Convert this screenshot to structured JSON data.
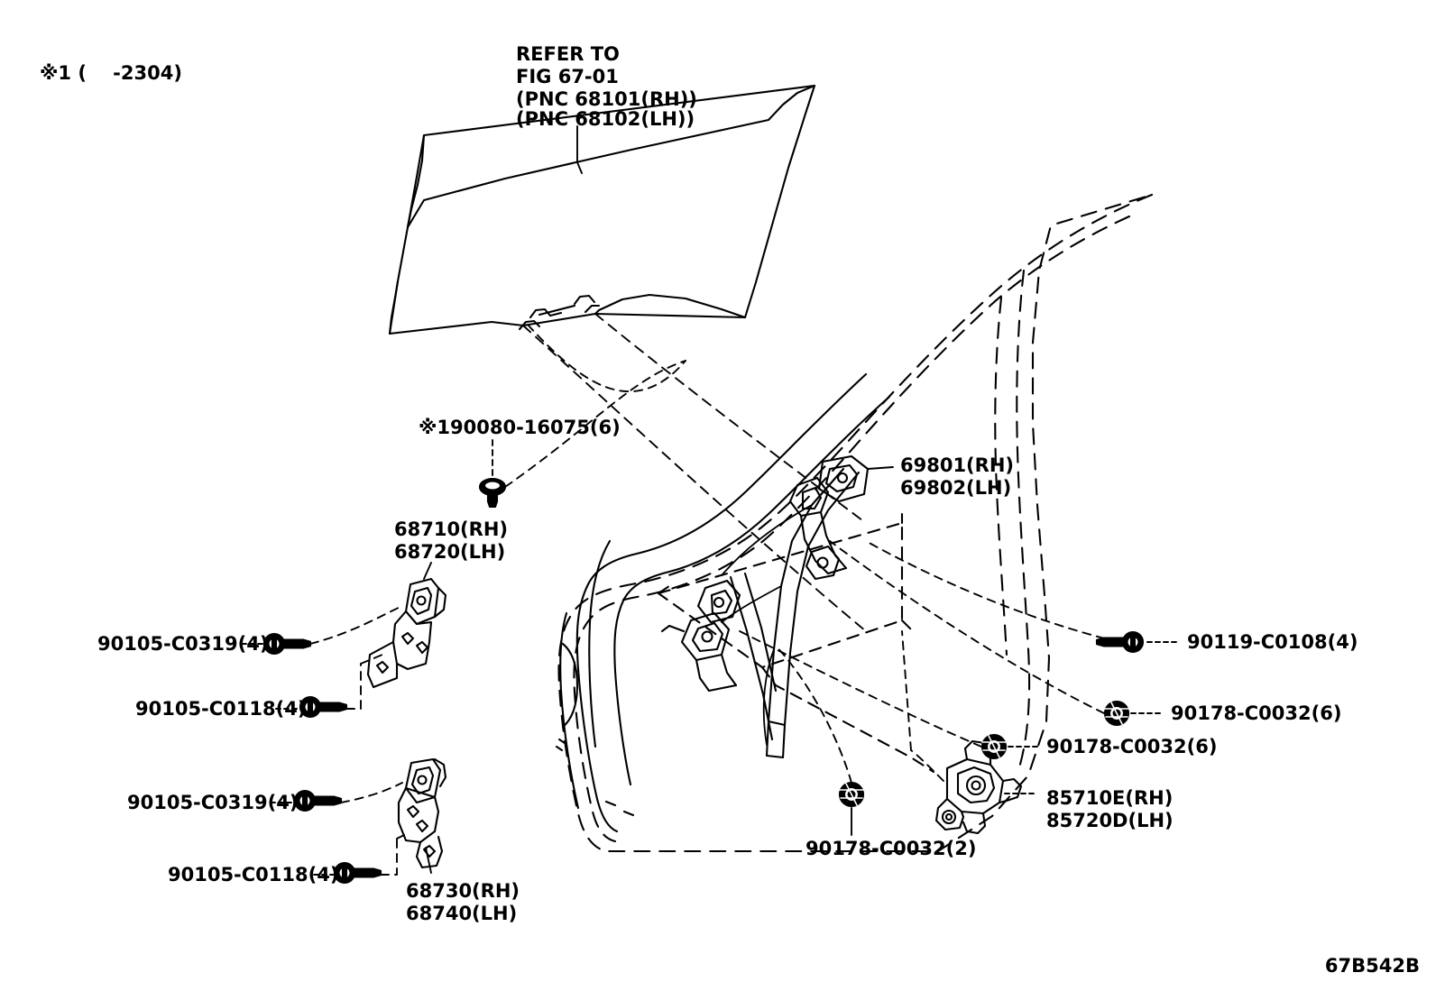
{
  "diagram": {
    "drawing_code": "67B542B",
    "footnote": "※1 (    -2304)",
    "refer_note": "REFER TO\nFIG 67-01\n(PNC 68101(RH))\n(PNC 68102(LH))",
    "labels": {
      "glass_ref": "REFER TO",
      "glass_ref_fig": "FIG 67-01",
      "glass_ref_rh": "(PNC 68101(RH))",
      "glass_ref_lh": "(PNC 68102(LH))",
      "screw_90080": "※190080-16075(6)",
      "regulator_rh": "69801(RH)",
      "regulator_lh": "69802(LH)",
      "hinge_upper_rh": "68710(RH)",
      "hinge_upper_lh": "68720(LH)",
      "hinge_lower_rh": "68730(RH)",
      "hinge_lower_lh": "68740(LH)",
      "bolt_c0319_upper": "90105-C0319(4)",
      "bolt_c0118_upper": "90105-C0118(4)",
      "bolt_c0319_lower": "90105-C0319(4)",
      "bolt_c0118_lower": "90105-C0118(4)",
      "bolt_90119": "90119-C0108(4)",
      "nut_90178_right_upper": "90178-C0032(6)",
      "nut_90178_right_lower": "90178-C0032(6)",
      "nut_90178_center": "90178-C0032(2)",
      "motor_rh": "85710E(RH)",
      "motor_lh": "85720D(LH)"
    },
    "colors": {
      "line": "#000000",
      "background": "#ffffff"
    }
  }
}
